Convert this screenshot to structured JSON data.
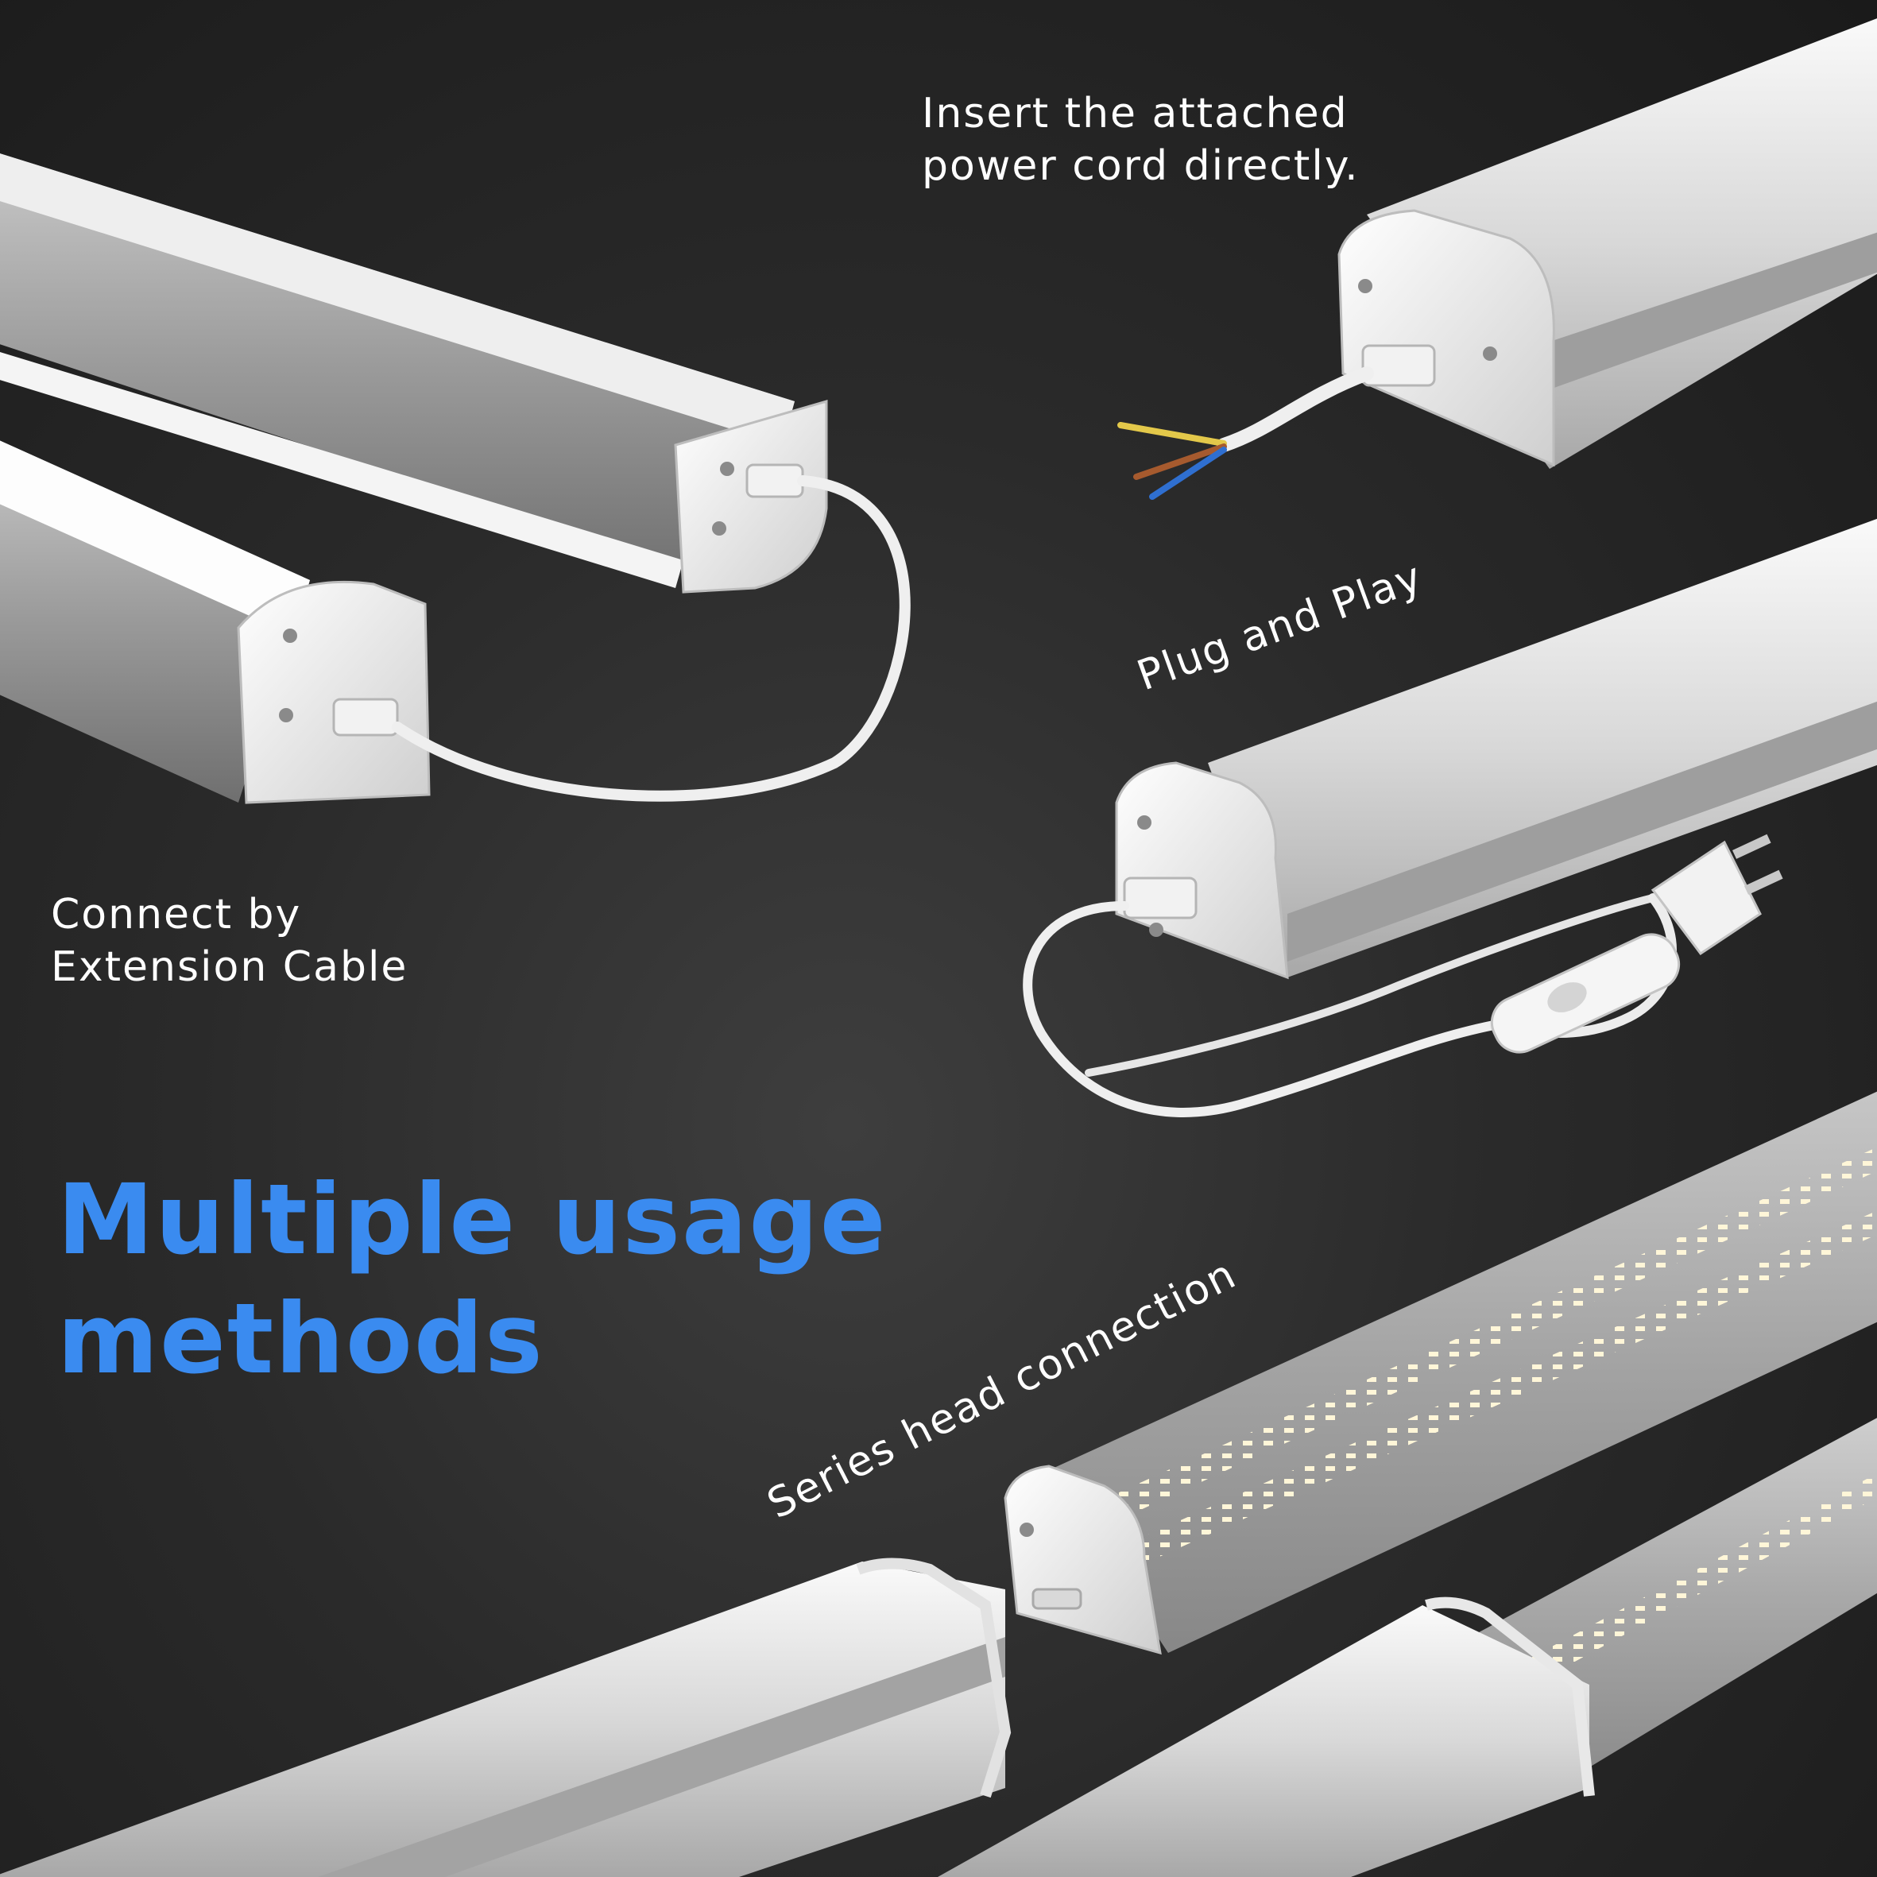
{
  "headline": "Multiple usage\nmethods",
  "labels": {
    "direct": "Insert the attached\npower cord directly.",
    "extension": "Connect by\nExtension Cable",
    "plug": "Plug and Play",
    "series": "Series head connection"
  },
  "colors": {
    "headline": "#3a8bf0",
    "label": "#ffffff",
    "background": "#262626"
  }
}
